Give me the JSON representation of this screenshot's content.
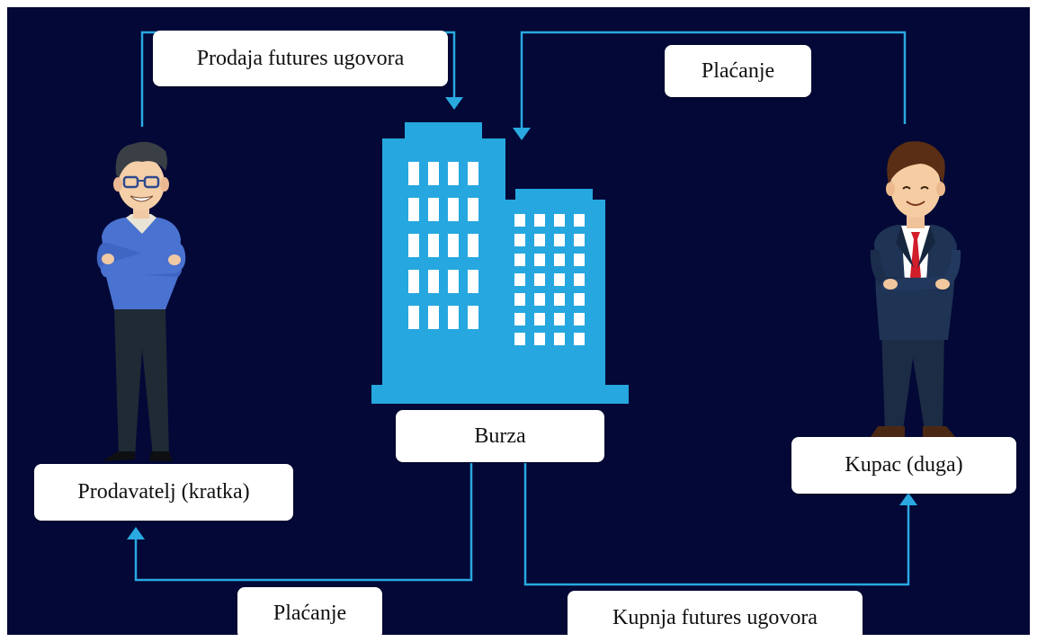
{
  "labels": {
    "sell_futures": "Prodaja futures ugovora",
    "payment_top": "Plaćanje",
    "exchange": "Burza",
    "seller": "Prodavatelj (kratka)",
    "buyer": "Kupac (duga)",
    "payment_bottom": "Plaćanje",
    "buy_futures": "Kupnja futures ugovora"
  },
  "colors": {
    "background": "#030836",
    "arrow": "#2aa8e0",
    "building": "#26a7df",
    "label_bg": "#ffffff"
  },
  "icons": [
    "seller-person-icon",
    "exchange-building-icon",
    "buyer-businessman-icon"
  ]
}
